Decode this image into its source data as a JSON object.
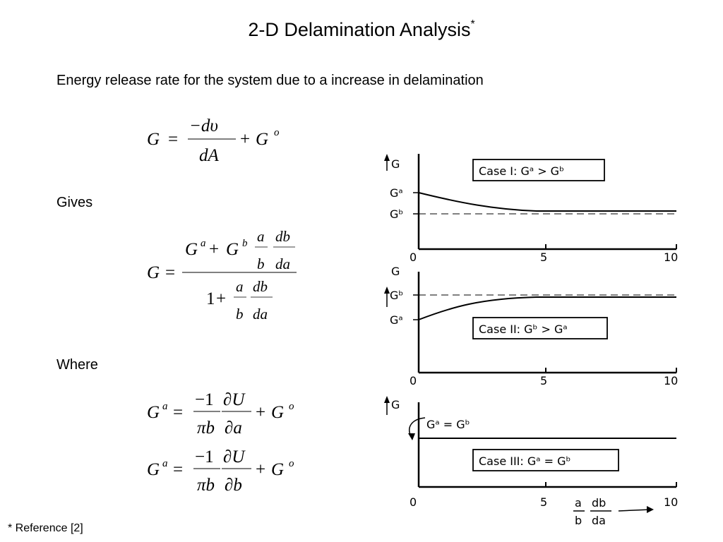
{
  "slide": {
    "title": "2-D Delamination Analysis",
    "title_marker": "*",
    "intro": "Energy release rate for the system due to a increase in delamination",
    "gives": "Gives",
    "where": "Where",
    "reference": "* Reference [2]"
  },
  "equations": {
    "eq1": {
      "G": "G",
      "eq": "=",
      "num": "−dυ",
      "den": "dA",
      "plus": "+",
      "G2": "G",
      "sup2": "o"
    },
    "eq2": {
      "G": "G",
      "eq": "=",
      "n_Ga": "G",
      "n_sup_a": "a",
      "n_plus": "+",
      "n_Gb": "G",
      "n_sup_b": "b",
      "n_a": "a",
      "n_b": "b",
      "n_db": "db",
      "n_da": "da",
      "d_one": "1",
      "d_plus": "+",
      "d_a": "a",
      "d_b": "b",
      "d_db": "db",
      "d_da": "da"
    },
    "eq3": {
      "G": "G",
      "sup": "a",
      "eq": "=",
      "num1": "−1",
      "den1": "πb",
      "num2": "∂U",
      "den2": "∂a",
      "plus": "+",
      "G2": "G",
      "sup2": "o"
    },
    "eq4": {
      "G": "G",
      "sup": "a",
      "eq": "=",
      "num1": "−1",
      "den1": "πb",
      "num2": "∂U",
      "den2": "∂b",
      "plus": "+",
      "G2": "G",
      "sup2": "o"
    }
  },
  "graphs": {
    "x_ticks": [
      "0",
      "5",
      "10"
    ],
    "x_label_num_1": "a",
    "x_label_den_1": "b",
    "x_label_num_2": "db",
    "x_label_den_2": "da",
    "case1": {
      "y_label": "G",
      "ga": "Gᵃ",
      "gb": "Gᵇ",
      "box": "Case I:  Gᵃ > Gᵇ"
    },
    "case2": {
      "y_label": "G",
      "ga": "Gᵃ",
      "gb": "Gᵇ",
      "box": "Case II:  Gᵇ > Gᵃ"
    },
    "case3": {
      "y_label": "G",
      "eq_label": "Gᵃ = Gᵇ",
      "box": "Case III:  Gᵃ = Gᵇ"
    }
  }
}
